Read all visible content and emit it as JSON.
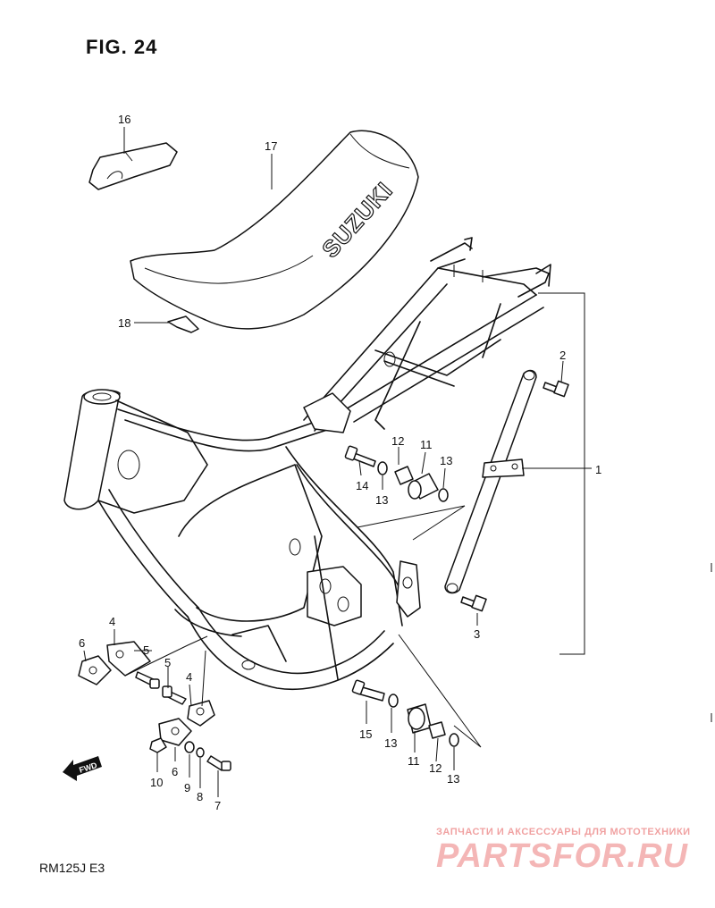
{
  "figure_title": "FIG. 24",
  "model_code": "RM125J  E3",
  "seat_brand": "SUZUKI",
  "fwd_label": "FWD",
  "watermark": {
    "tagline": "ЗАПЧАСТИ И АКСЕССУАРЫ ДЛЯ МОТОТЕХНИКИ",
    "site": "PARTSFOR.RU",
    "color": "#e03030"
  },
  "callouts": {
    "c16": "16",
    "c17": "17",
    "c18": "18",
    "c2": "2",
    "c1": "1",
    "c3": "3",
    "c12a": "12",
    "c11a": "11",
    "c13a": "13",
    "c14": "14",
    "c13b": "13",
    "c4a": "4",
    "c6a": "6",
    "c5a": "5",
    "c5b": "5",
    "c4b": "4",
    "c6b": "6",
    "c10": "10",
    "c9": "9",
    "c8": "8",
    "c7": "7",
    "c15": "15",
    "c13c": "13",
    "c11b": "11",
    "c12b": "12",
    "c13d": "13"
  }
}
